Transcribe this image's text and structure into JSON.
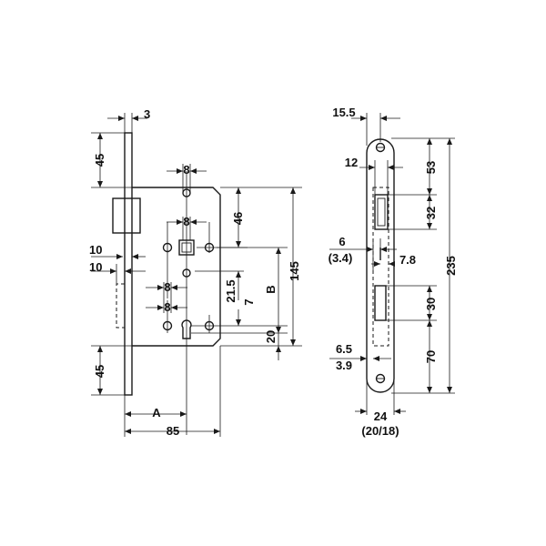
{
  "left_view": {
    "dim_3": "3",
    "dim_45_top": "45",
    "dim_8_a": "8",
    "dim_8_b": "8",
    "dim_46": "46",
    "dim_10_a": "10",
    "dim_10_b": "10",
    "dim_8_c": "8",
    "dim_8_d": "8",
    "dim_21_5": "21.5",
    "dim_7": "7",
    "dim_B": "B",
    "dim_145": "145",
    "dim_20": "20",
    "dim_45_bottom": "45",
    "dim_A": "A",
    "dim_85": "85"
  },
  "right_view": {
    "dim_15_5": "15.5",
    "dim_12": "12",
    "dim_53": "53",
    "dim_32": "32",
    "dim_6": "6",
    "dim_3_4": "(3.4)",
    "dim_7_8": "7.8",
    "dim_235": "235",
    "dim_30": "30",
    "dim_6_5": "6.5",
    "dim_3_9": "3.9",
    "dim_70": "70",
    "dim_24": "24",
    "dim_20_18": "(20/18)"
  }
}
